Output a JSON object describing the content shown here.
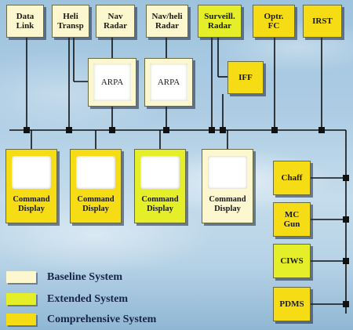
{
  "colors": {
    "baseline": "#fdf7cf",
    "extended": "#e4ef2a",
    "comprehensive": "#f6dc14",
    "wire": "#111111"
  },
  "sensors": {
    "data_link": "Data\nLink",
    "heli_transp": "Heli\nTransp",
    "nav_radar": "Nav\nRadar",
    "nav_heli_radar": "Nav/heli\nRadar",
    "surveill_radar": "Surveill.\nRadar",
    "optr_fc": "Optr.\nFC",
    "irst": "IRST"
  },
  "arpa": [
    "ARPA",
    "ARPA"
  ],
  "iff": "IFF",
  "displays": [
    "Command\nDisplay",
    "Command\nDisplay",
    "Command\nDisplay",
    "Command\nDisplay"
  ],
  "weapons": {
    "chaff": "Chaff",
    "mc_gun": "MC\nGun",
    "ciws": "CIWS",
    "pdms": "PDMS"
  },
  "legend": [
    {
      "label": "Baseline System",
      "color": "#fdf7cf"
    },
    {
      "label": "Extended System",
      "color": "#e4ef2a"
    },
    {
      "label": "Comprehensive System",
      "color": "#f6dc14"
    }
  ]
}
